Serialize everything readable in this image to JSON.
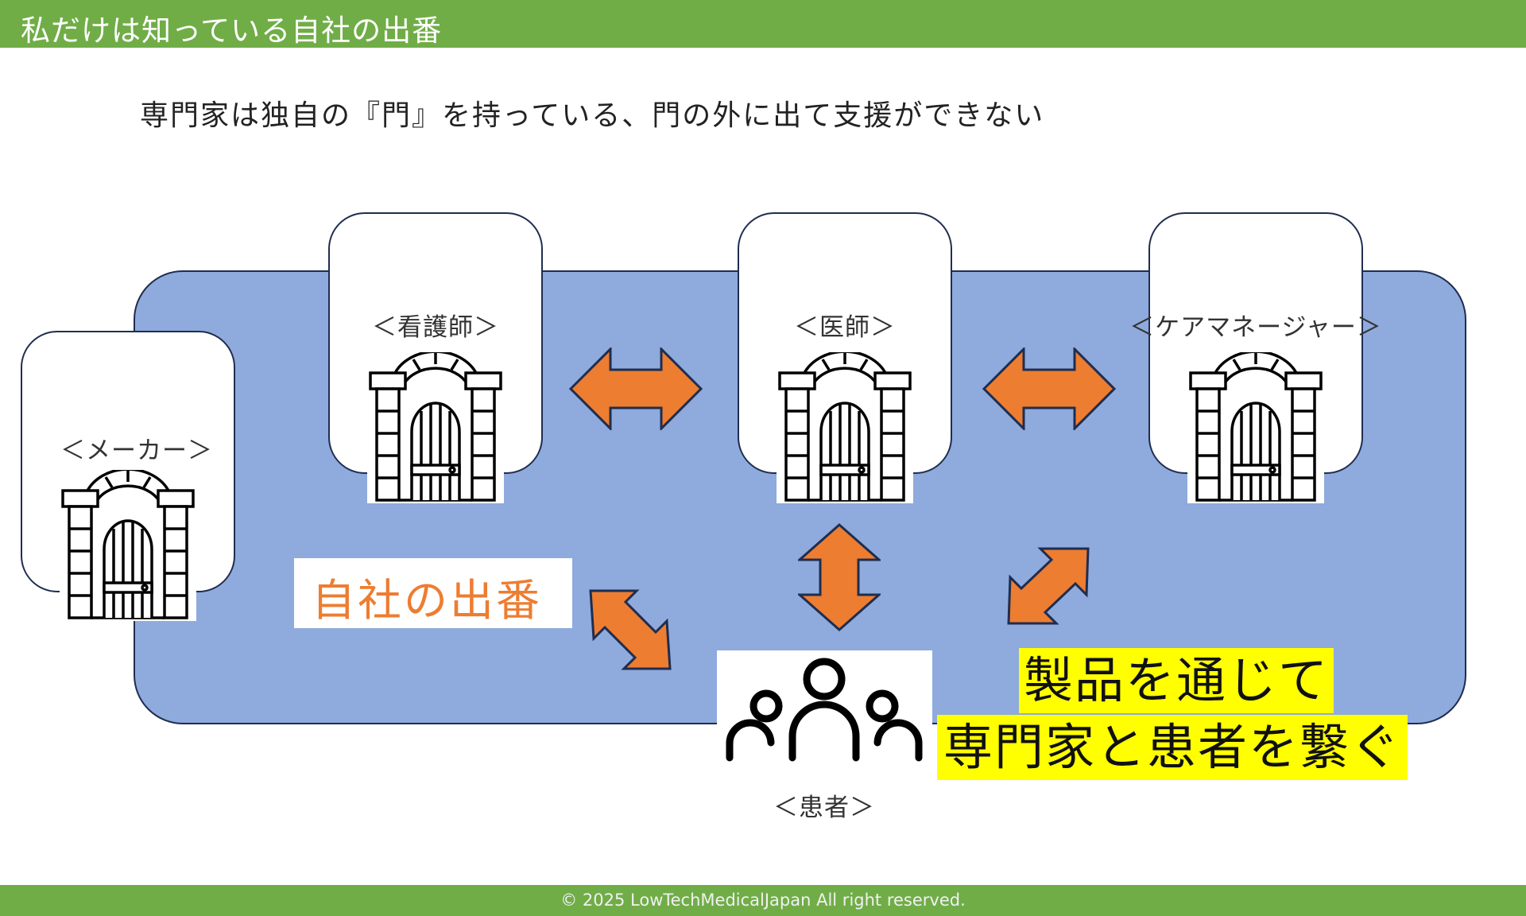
{
  "header": {
    "title": "私だけは知っている自社の出番"
  },
  "subtitle": "専門家は独自の『門』を持っている、門の外に出て支援ができない",
  "roles": {
    "maker": "＜メーカー＞",
    "nurse": "＜看護師＞",
    "doctor": "＜医師＞",
    "care_manager": "＜ケアマネージャー＞",
    "patient": "＜患者＞"
  },
  "company_turn": "自社の出番",
  "message": {
    "line1": "製品を通じて",
    "line2": "専門家と患者を繋ぐ"
  },
  "footer": "© 2025 LowTechMedicalJapan All right reserved.",
  "colors": {
    "header": "#70AD47",
    "region": "#8FAADC",
    "arrow": "#ED7D31",
    "highlight": "#FFFF00"
  }
}
